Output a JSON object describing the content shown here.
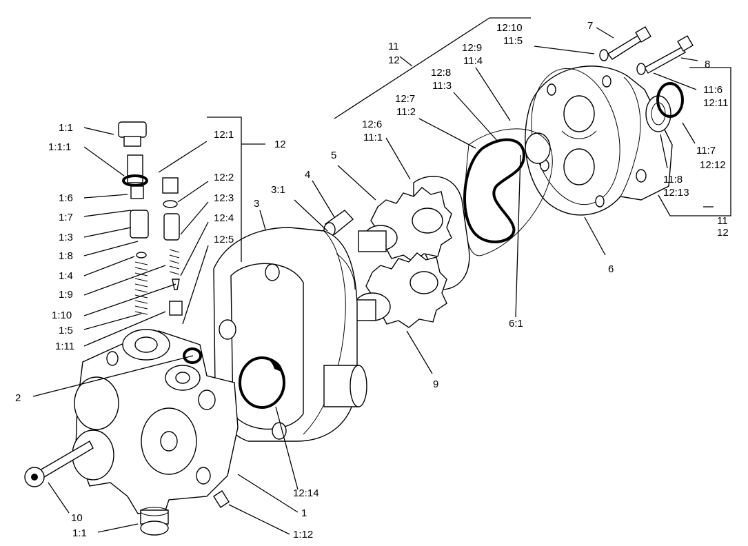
{
  "labels": {
    "l_1_1_top": "1:1",
    "l_1_1_1": "1:1:1",
    "l_1_6": "1:6",
    "l_1_7": "1:7",
    "l_1_3": "1:3",
    "l_1_8": "1:8",
    "l_1_4": "1:4",
    "l_1_9": "1:9",
    "l_1_10": "1:10",
    "l_1_5": "1:5",
    "l_1_11": "1:11",
    "l_2": "2",
    "l_10": "10",
    "l_1_1_bot": "1:1",
    "l_1_12": "1:12",
    "l_1": "1",
    "l_12_14": "12:14",
    "l_12_1": "12:1",
    "l_12_top": "12",
    "l_12_2": "12:2",
    "l_12_3": "12:3",
    "l_12_4": "12:4",
    "l_12_5": "12:5",
    "l_3": "3",
    "l_3_1": "3:1",
    "l_4": "4",
    "l_5": "5",
    "l_9": "9",
    "l_12_6": "12:6",
    "l_11_1": "11:1",
    "l_12_7": "12:7",
    "l_11_2": "11:2",
    "l_12_8": "12:8",
    "l_11_3": "11:3",
    "l_12_9": "12:9",
    "l_11_4": "11:4",
    "l_12_10": "12:10",
    "l_11_5": "11:5",
    "l_11_a": "11",
    "l_12_a": "12",
    "l_7": "7",
    "l_8": "8",
    "l_11_6": "11:6",
    "l_12_11": "12:11",
    "l_11_7": "11:7",
    "l_12_12": "12:12",
    "l_11_8": "11:8",
    "l_12_13": "12:13",
    "l_11_b": "11",
    "l_12_b": "12",
    "l_6": "6",
    "l_6_1": "6:1"
  }
}
